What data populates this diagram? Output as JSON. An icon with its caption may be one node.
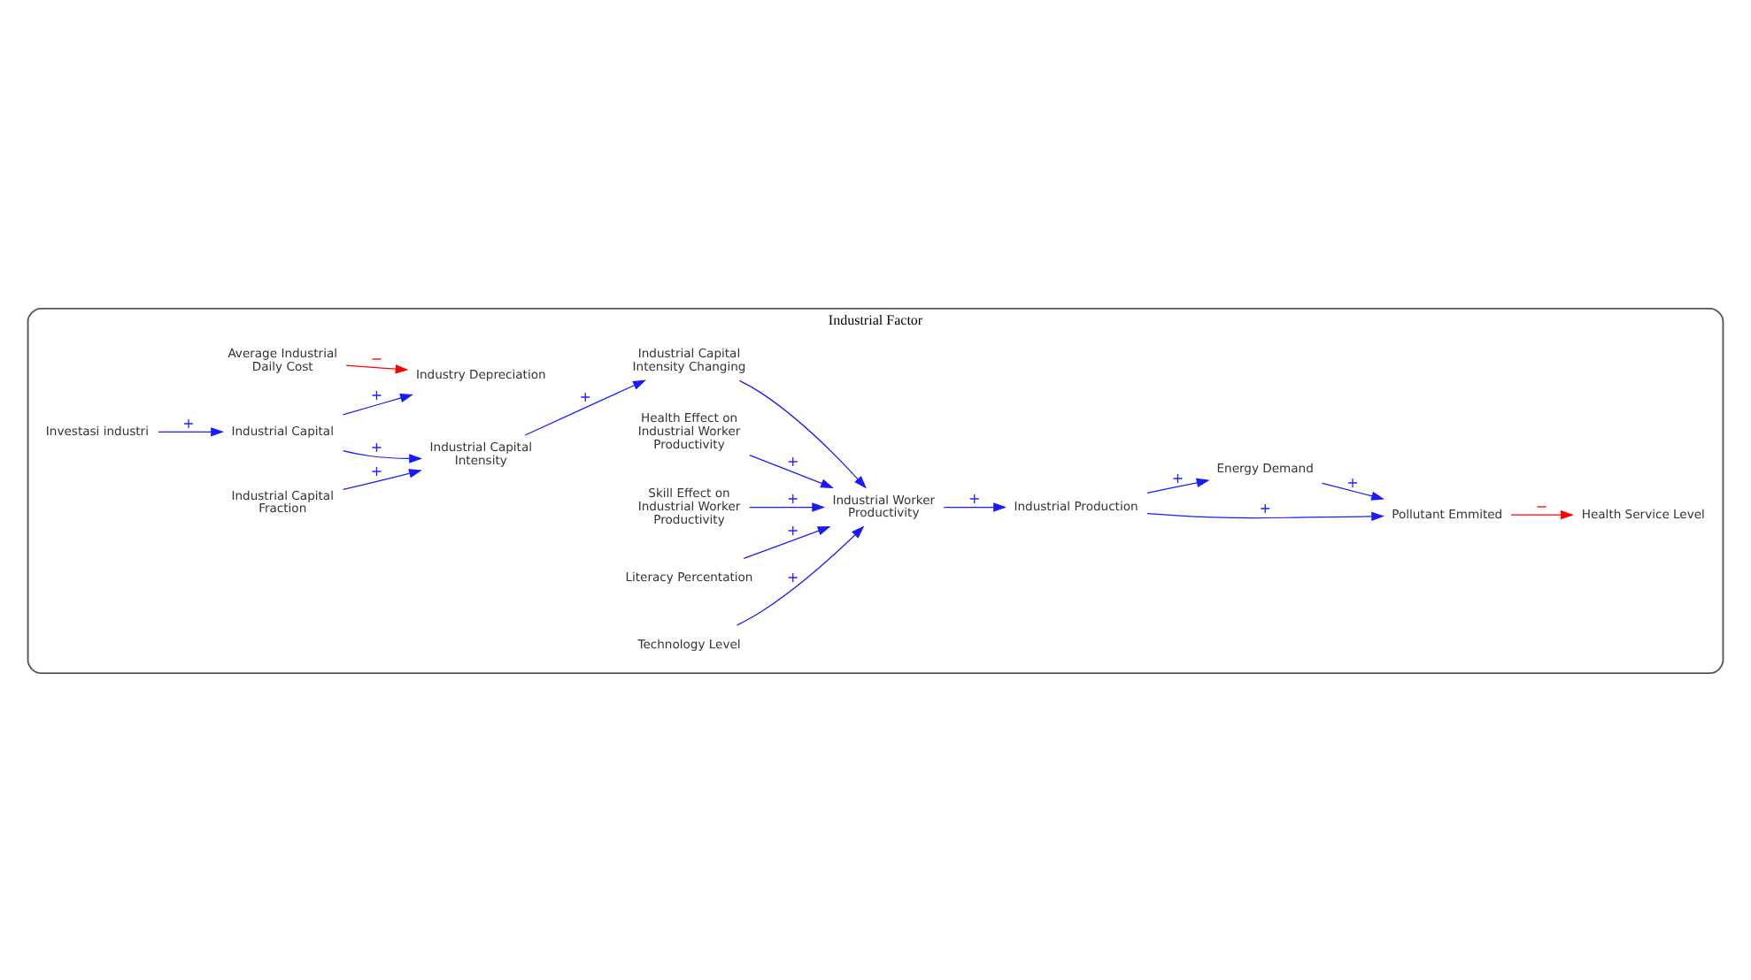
{
  "diagram": {
    "nodes": [
      {
        "text": [
          "Industrial Factor"
        ]
      },
      {
        "text": [
          "Investasi industri"
        ],
        "in": 0
      },
      {
        "text": [
          "Industry Depreciation"
        ],
        "in": 0
      },
      {
        "text": [
          "Average Industrial Daily Cost"
        ],
        "in": 0
      },
      {
        "text": [
          "Industrial Capital"
        ],
        "in": 0
      },
      {
        "text": [
          "Health Service Level"
        ],
        "in": 0
      },
      {
        "text": [
          "Industrial Capital Intensity"
        ],
        "in": 0
      },
      {
        "text": [
          "Industrial Capital Fraction"
        ],
        "in": 0
      },
      {
        "text": [
          "Pollutant Emmited"
        ],
        "in": 0
      },
      {
        "text": [
          "Industrial Capital Intensity Changing"
        ],
        "in": 0
      },
      {
        "text": [
          "Industrial Production"
        ],
        "in": 0
      },
      {
        "text": [
          "Industrial Worker Productivity"
        ],
        "in": 0
      },
      {
        "text": [
          "Energy Demand"
        ],
        "in": 0
      },
      {
        "text": [
          "Health Effect on Industrial Worker Productivity"
        ],
        "in": 0
      },
      {
        "text": [
          "Skill Effect on Industrial Worker Productivity"
        ],
        "in": 0
      },
      {
        "text": [
          "Literacy Percentation"
        ],
        "in": 0
      },
      {
        "text": [
          "Technology Level"
        ],
        "in": 0
      }
    ],
    "edges": [
      {
        "from": 1,
        "to": 4,
        "arrow": "to",
        "label": "+"
      },
      {
        "from": 4,
        "to": 2,
        "arrow": "to",
        "label": "+"
      },
      {
        "from": 3,
        "to": 2,
        "arrow": "to",
        "label": "−",
        "color": "#ff0000"
      },
      {
        "from": 4,
        "to": 6,
        "arrow": "to",
        "label": "+"
      },
      {
        "from": 7,
        "to": 6,
        "arrow": "to",
        "label": "+"
      },
      {
        "from": 6,
        "to": 9,
        "arrow": "to",
        "label": "+"
      },
      {
        "from": 9,
        "to": 11,
        "arrow": "to"
      },
      {
        "from": 13,
        "to": 11,
        "arrow": "to",
        "label": "+"
      },
      {
        "from": 15,
        "to": 11,
        "arrow": "to",
        "label": "+"
      },
      {
        "from": 14,
        "to": 11,
        "arrow": "to",
        "label": "+"
      },
      {
        "from": 16,
        "to": 11,
        "arrow": "to",
        "label": "+"
      },
      {
        "from": 11,
        "to": 10,
        "arrow": "to",
        "label": "+"
      },
      {
        "from": 10,
        "to": 12,
        "arrow": "to",
        "label": "+"
      },
      {
        "from": 10,
        "to": 8,
        "arrow": "to",
        "label": "+"
      },
      {
        "from": 12,
        "to": 8,
        "arrow": "to",
        "label": "+"
      },
      {
        "from": 8,
        "to": 5,
        "arrow": "to",
        "label": "−",
        "color": "#ff0000"
      }
    ]
  }
}
